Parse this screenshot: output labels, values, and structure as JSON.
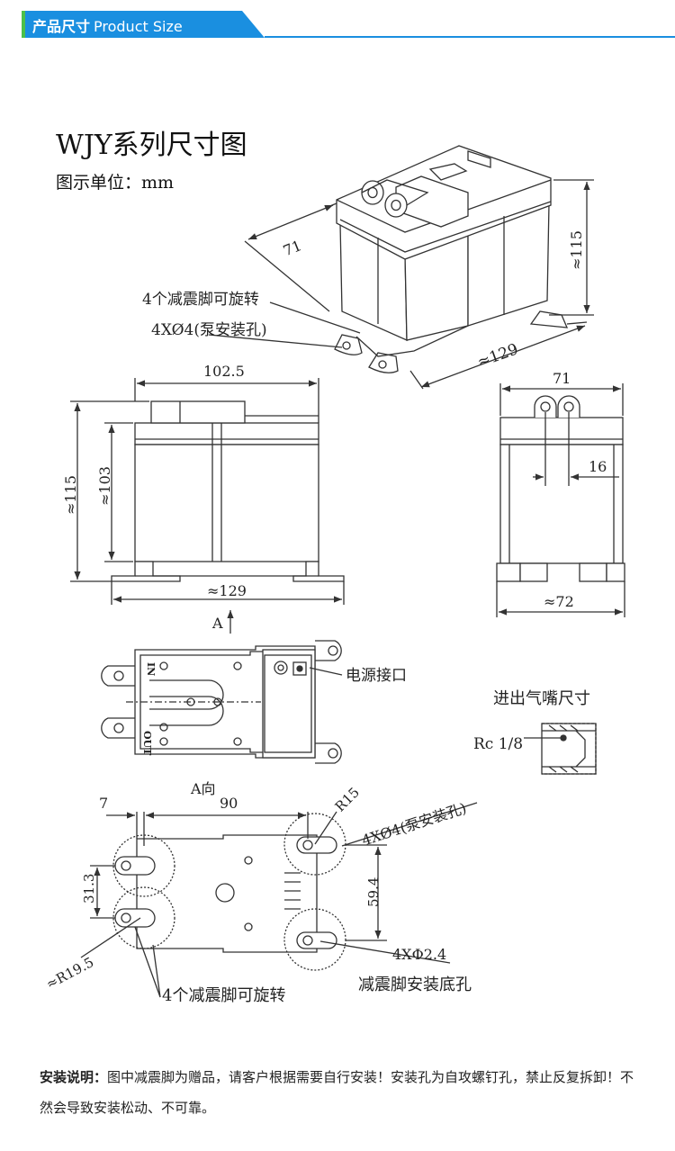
{
  "header": {
    "cn": "产品尺寸",
    "en": "Product Size",
    "accent": "#1a8fe0",
    "mark": "#4cc04a"
  },
  "title": "WJY系列尺寸图",
  "unit": "图示单位：mm",
  "iso": {
    "dim_71": "71",
    "dim_115": "≈115",
    "dim_129": "≈129",
    "label_feet": "4个减震脚可旋转",
    "label_holes": "4XØ4(泵安装孔)"
  },
  "front": {
    "dim_width": "102.5",
    "dim_115": "≈115",
    "dim_103": "≈103",
    "dim_129": "≈129",
    "arrow_label": "A"
  },
  "side": {
    "dim_71": "71",
    "dim_16": "16",
    "dim_72": "≈72"
  },
  "top_view": {
    "power_label": "电源接口",
    "in_label": "IN",
    "out_label": "OUT"
  },
  "nozzle": {
    "title": "进出气嘴尺寸",
    "thread": "Rc 1/8"
  },
  "bottom": {
    "dim_7": "7",
    "dir_label": "A向",
    "dim_90": "90",
    "dim_r15": "R15",
    "label_holes": "4XØ4(泵安装孔)",
    "dim_313": "31.3",
    "dim_594": "59.4",
    "dim_r195": "≈R19.5",
    "dim_24": "4XΦ2.4",
    "label_base": "减震脚安装底孔",
    "label_feet": "4个减震脚可旋转"
  },
  "note": {
    "label": "安装说明：",
    "text": "图中减震脚为赠品，请客户根据需要自行安装！安装孔为自攻螺钉孔，禁止反复拆卸！不然会导致安装松动、不可靠。"
  }
}
